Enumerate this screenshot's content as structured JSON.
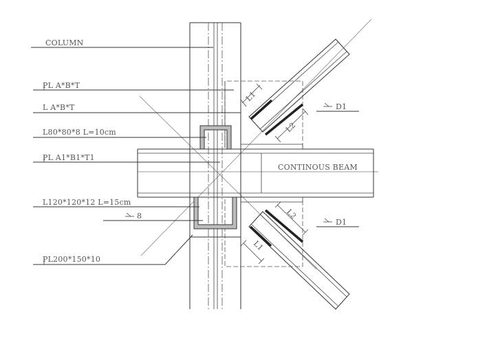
{
  "labels": {
    "column": "COLUMN",
    "plate_abt": "PL A*B*T",
    "angle_abt": "L A*B*T",
    "angle_80": "L80*80*8  L=10cm",
    "plate_a1b1t1": "PL A1*B1*T1",
    "angle_120": "L120*120*12 L=15cm",
    "weld_8": "8",
    "plate_200": "PL200*150*10",
    "beam": "CONTINOUS BEAM",
    "weld_d1_top": "D1",
    "weld_d1_bottom": "D1",
    "l1_top": "L1",
    "l2_top": "L2",
    "l1_bottom": "L1",
    "l2_bottom": "L2"
  },
  "colors": {
    "line": "#333333",
    "text": "#555555",
    "hatch": "#bdbdbd"
  }
}
